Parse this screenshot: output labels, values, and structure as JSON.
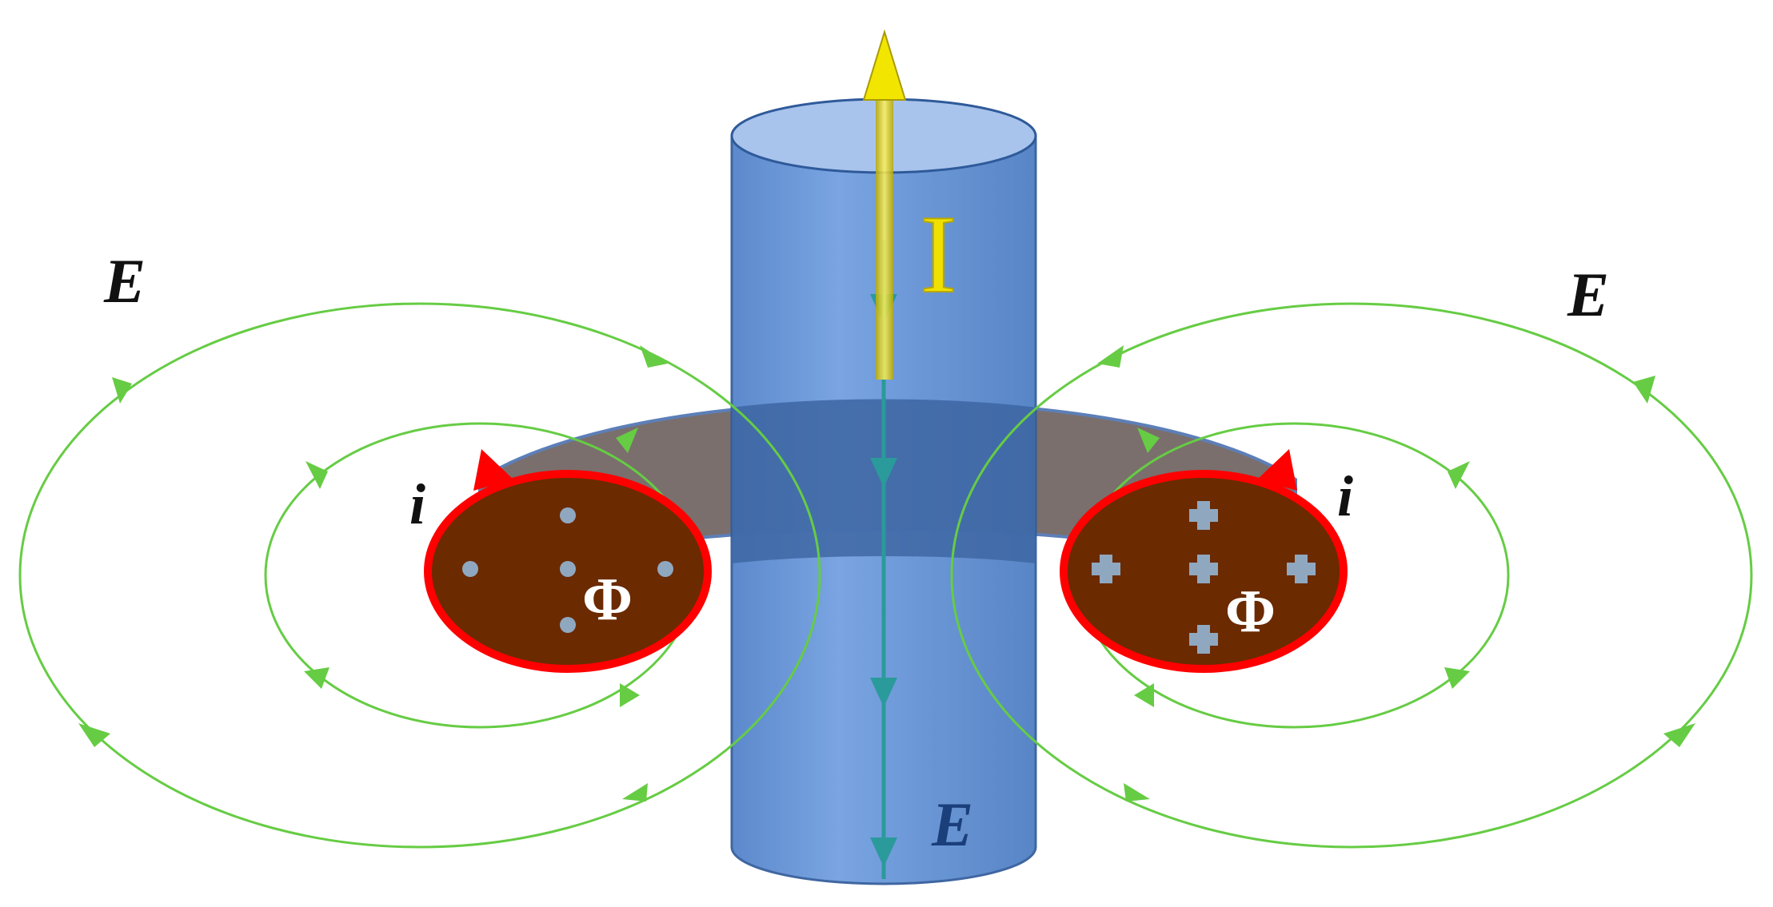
{
  "labels": {
    "field_left": "E",
    "field_right": "E",
    "field_axial": "E",
    "current_main": "I",
    "current_left": "i",
    "current_right": "i",
    "flux_left": "Φ",
    "flux_right": "Φ"
  },
  "colors": {
    "background": "#ffffff",
    "field_lines": "#66cc44",
    "conductor": "#5b8fd6",
    "conductor_top": "#a8c4ec",
    "axial_line": "#2a9a9a",
    "core_band": "#7a6f6c",
    "core_cross_section": "#6b2a00",
    "induced_current_loop": "#ff0000",
    "flux_dots": "#8fa8c0",
    "current_arrow": "#e8e000",
    "label_dark": "#111111",
    "label_axial": "#1a3f7a",
    "label_current": "#f0e000"
  }
}
